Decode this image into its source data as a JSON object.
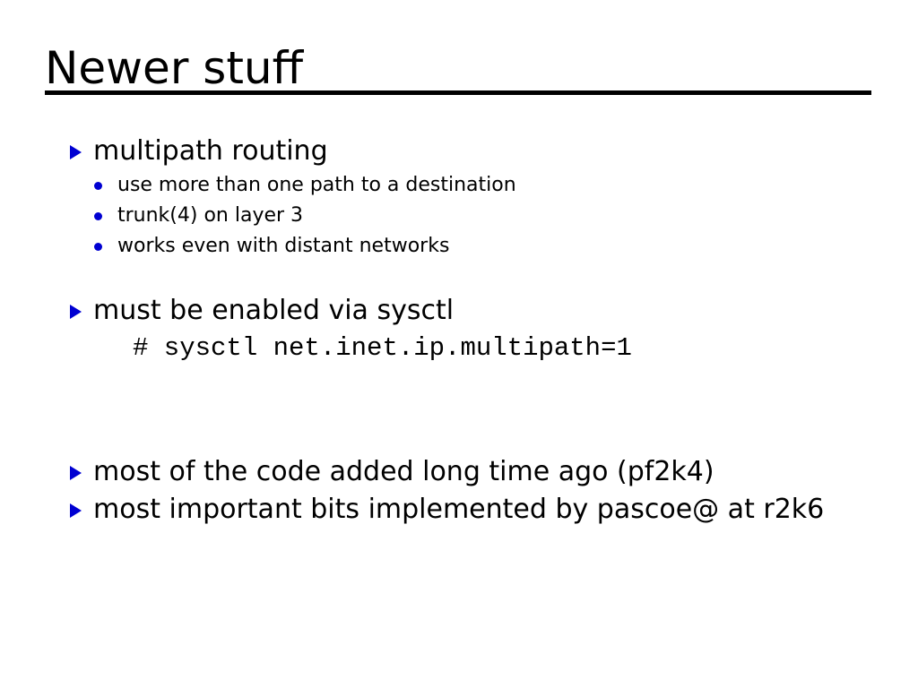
{
  "slide": {
    "title": "Newer stuff",
    "accent_color": "#0000d2",
    "text_color": "#000000",
    "background_color": "#ffffff",
    "rule": {
      "visible": true,
      "color": "#000000"
    },
    "bullets": [
      {
        "level": 1,
        "marker": "triangle-bullet-icon",
        "text": "multipath routing",
        "children": [
          {
            "level": 2,
            "marker": "dot-bullet-icon",
            "text": "use more than one path to a destination"
          },
          {
            "level": 2,
            "marker": "dot-bullet-icon",
            "text": "trunk(4) on layer 3"
          },
          {
            "level": 2,
            "marker": "dot-bullet-icon",
            "text": "works even with distant networks"
          }
        ]
      },
      {
        "level": 1,
        "marker": "triangle-bullet-icon",
        "text": "must be enabled via sysctl",
        "code": "# sysctl net.inet.ip.multipath=1"
      },
      {
        "level": 1,
        "marker": "triangle-bullet-icon",
        "text": "most of the code added long time ago (pf2k4)"
      },
      {
        "level": 1,
        "marker": "triangle-bullet-icon",
        "text": "most important bits implemented by pascoe@ at r2k6"
      }
    ]
  }
}
